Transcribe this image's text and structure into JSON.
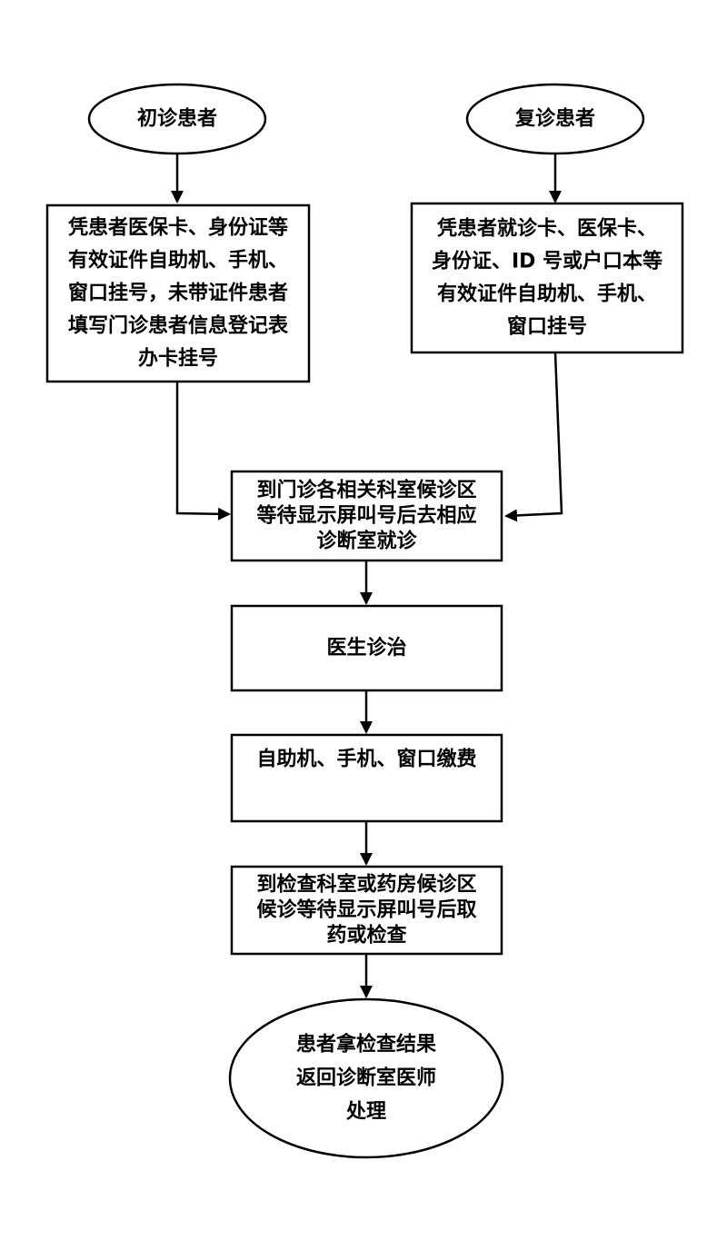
{
  "colors": {
    "stroke": "#000000",
    "fill": "#ffffff",
    "text": "#000000"
  },
  "nodes": {
    "first_visit": {
      "shape": "ellipse",
      "lines": [
        "初诊患者"
      ]
    },
    "return_visit": {
      "shape": "ellipse",
      "lines": [
        "复诊患者"
      ]
    },
    "first_register": {
      "shape": "rect",
      "lines": [
        "凭患者医保卡、身份证等",
        "有效证件自助机、手机、",
        "窗口挂号，未带证件患者",
        "填写门诊患者信息登记表",
        "办卡挂号"
      ]
    },
    "return_register": {
      "shape": "rect",
      "lines": [
        "凭患者就诊卡、医保卡、",
        "身份证、ID 号或户口本等",
        "有效证件自助机、手机、",
        "窗口挂号"
      ]
    },
    "wait_area": {
      "shape": "rect",
      "lines": [
        "到门诊各相关科室候诊区",
        "等待显示屏叫号后去相应",
        "诊断室就诊"
      ]
    },
    "diagnosis": {
      "shape": "rect",
      "lines": [
        "医生诊治"
      ]
    },
    "payment": {
      "shape": "rect",
      "lines": [
        "自助机、手机、窗口缴费"
      ]
    },
    "exam_pharmacy": {
      "shape": "rect",
      "lines": [
        "到检查科室或药房候诊区",
        "候诊等待显示屏叫号后取",
        "药或检查"
      ]
    },
    "return_result": {
      "shape": "ellipse",
      "lines": [
        "患者拿检查结果",
        "返回诊断室医师",
        "处理"
      ]
    }
  }
}
